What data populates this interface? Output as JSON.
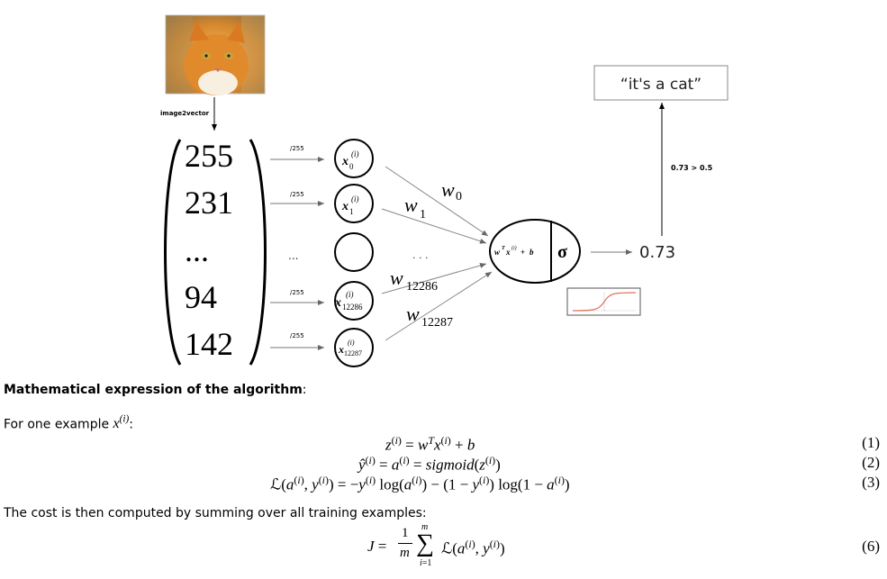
{
  "diagram": {
    "image_label": "image2vector",
    "vector": [
      "255",
      "231",
      "...",
      "94",
      "142"
    ],
    "scale_labels": [
      "/255",
      "/255",
      "/255",
      "/255"
    ],
    "middle_dots": "...",
    "node_dots": ". . .",
    "neuron_sigma": "σ",
    "output_value": "0.73",
    "threshold": "0.73 > 0.5",
    "prediction": "“it's a cat”",
    "weights": {
      "w0_base": "w",
      "w0_sub": "0",
      "w1_base": "w",
      "w1_sub": "1",
      "w12286_base": "w",
      "w12286_sub": "12286",
      "w12287_base": "w",
      "w12287_sub": "12287"
    },
    "inputs": {
      "x0_sub": "0",
      "x1_sub": "1",
      "x12286_sub": "12286",
      "x12287_sub": "12287",
      "x_sup": "(i)"
    }
  },
  "text": {
    "heading": "Mathematical expression of the algorithm",
    "heading_colon": ":",
    "for_one": "For one example ",
    "cost_intro": "The cost is then computed by summing over all training examples:"
  },
  "equations": {
    "eq1_num": "(1)",
    "eq2_num": "(2)",
    "eq3_num": "(3)",
    "eq6_num": "(6)"
  }
}
